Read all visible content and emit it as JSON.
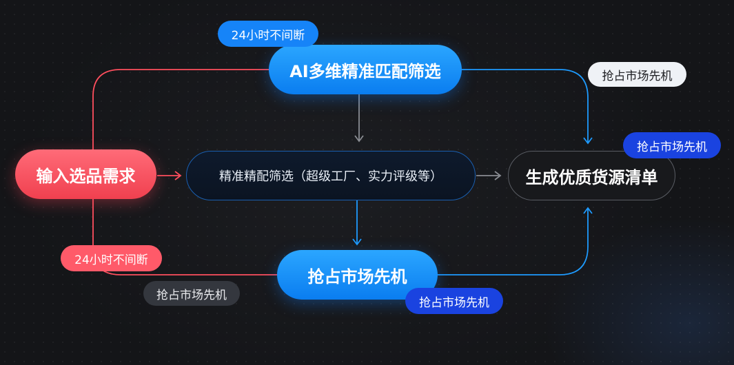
{
  "nodes": {
    "ai_filter": "AI多维精准匹配筛选",
    "input": "输入选品需求",
    "precise_filter": "精准精配筛选（超级工厂、实力评级等）",
    "output": "生成优质货源清单",
    "grab_market": "抢占市场先机"
  },
  "tags": {
    "top_24h": "24小时不间断",
    "left_24h": "24小时不间断",
    "left_grey": "抢占市场先机",
    "right_white": "抢占市场先机",
    "right_blue": "抢占市场先机",
    "bottom_blue": "抢占市场先机"
  },
  "colors": {
    "background": "#141518",
    "red_accent": "#f0404f",
    "blue_accent": "#0a7df0",
    "line_red": "#ff4f5e",
    "line_blue": "#1e9bff",
    "line_grey": "#8a8d93"
  }
}
